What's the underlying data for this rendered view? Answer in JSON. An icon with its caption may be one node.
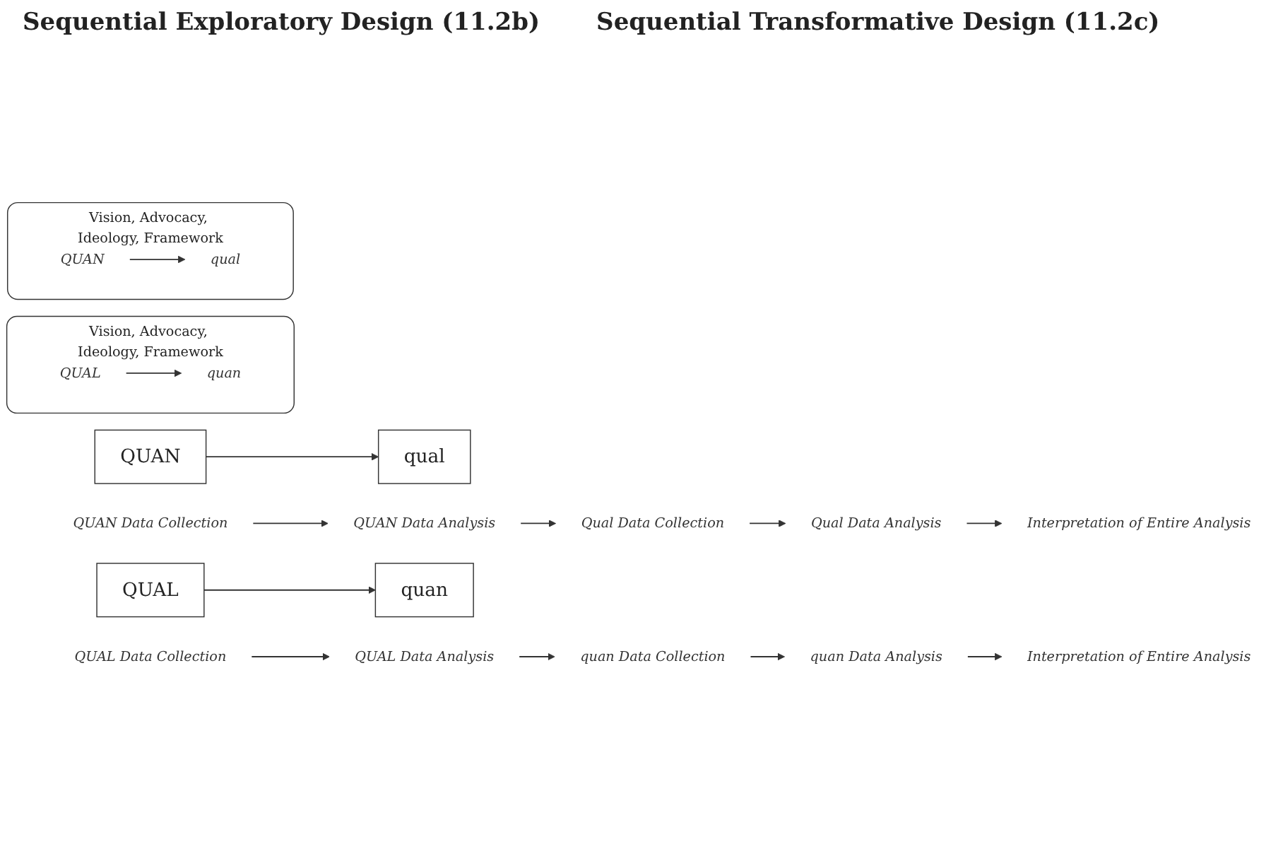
{
  "diagram": {
    "nodes": [
      {
        "text": [
          "QUAN"
        ]
      },
      {
        "text": [
          "qual"
        ]
      },
      {
        "text": [
          "QUAN Data Collection"
        ]
      },
      {
        "text": [
          "QUAN Data Analysis"
        ]
      },
      {
        "text": [
          "Qual Data Collection"
        ]
      },
      {
        "text": [
          "Qual Data Analysis"
        ]
      },
      {
        "text": [
          "Interpretation of Entire Analysis"
        ]
      },
      {
        "text": [
          "QUAL"
        ]
      },
      {
        "text": [
          "quan"
        ]
      },
      {
        "text": [
          "QUAL Data Collection"
        ]
      },
      {
        "text": [
          "QUAL Data Analysis"
        ]
      },
      {
        "text": [
          "quan Data Collection"
        ]
      },
      {
        "text": [
          "quan Data Analysis"
        ]
      },
      {
        "text": [
          "Interpretation of Entire Analysis"
        ]
      },
      {
        "text": [
          "Vision, Advocacy, Ideology, Framework"
        ]
      },
      {
        "text": [
          "QUAL"
        ],
        "in": 14
      },
      {
        "text": [
          "quan"
        ],
        "in": 14
      },
      {
        "text": [
          "Vision, Advocacy, Ideology, Framework"
        ]
      },
      {
        "text": [
          "QUAN"
        ],
        "in": 17
      },
      {
        "text": [
          "qual"
        ],
        "in": 17
      }
    ],
    "edges": [
      {
        "from": 0,
        "to": 1,
        "arrow": "to"
      },
      {
        "from": 2,
        "to": 3,
        "arrow": "to"
      },
      {
        "from": 3,
        "to": 4,
        "arrow": "to"
      },
      {
        "from": 4,
        "to": 5,
        "arrow": "to"
      },
      {
        "from": 5,
        "to": 6,
        "arrow": "to"
      },
      {
        "from": 7,
        "to": 8,
        "arrow": "to"
      },
      {
        "from": 9,
        "to": 10,
        "arrow": "to"
      },
      {
        "from": 10,
        "to": 11,
        "arrow": "to"
      },
      {
        "from": 11,
        "to": 12,
        "arrow": "to"
      },
      {
        "from": 12,
        "to": 13,
        "arrow": "to"
      },
      {
        "from": 15,
        "to": 16,
        "arrow": "to"
      },
      {
        "from": 18,
        "to": 19,
        "arrow": "to"
      }
    ],
    "labels": [
      "Sequential Exploratory Design (11.2b)",
      "Sequential Transformative Design (11.2c)"
    ]
  }
}
